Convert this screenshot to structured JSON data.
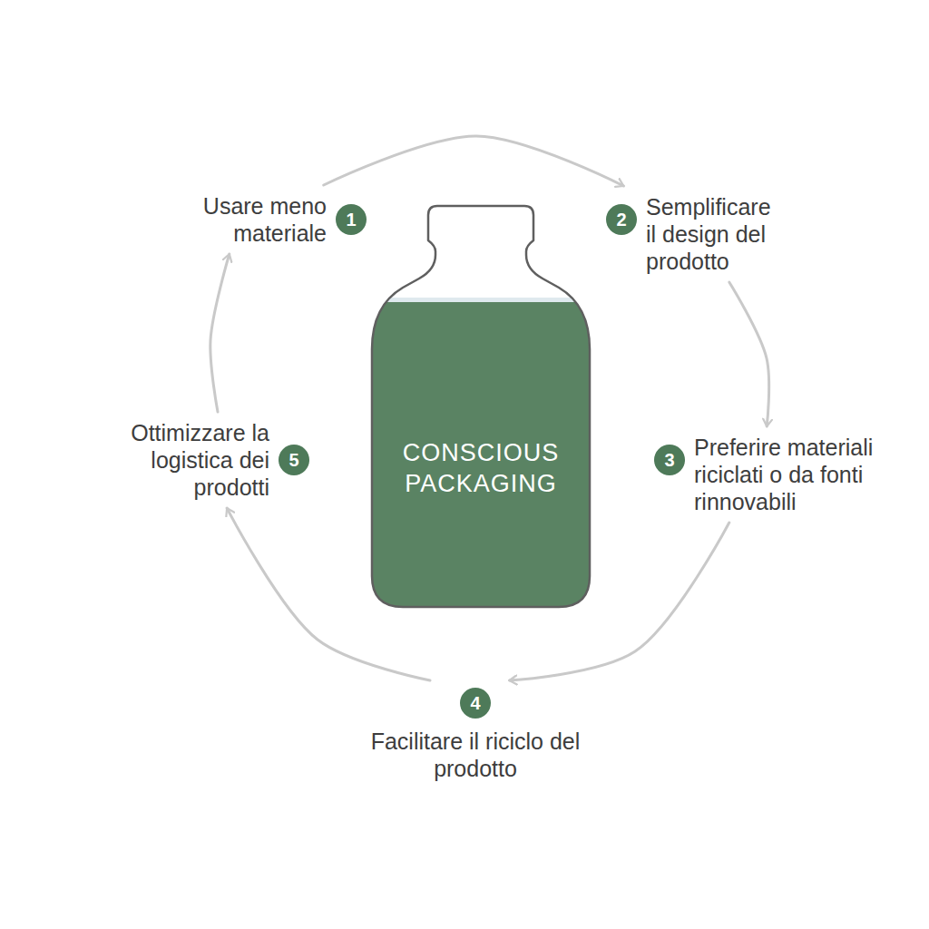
{
  "diagram": {
    "nodes": [
      {
        "text": [
          "1",
          "Usare meno materiale"
        ]
      },
      {
        "text": [
          "2",
          "Semplificare il design del prodotto"
        ]
      },
      {
        "text": [
          "3",
          "Preferire materiali riciclati o da fonti rinnovabili"
        ]
      },
      {
        "text": [
          "4",
          "Facilitare il riciclo del prodotto"
        ]
      },
      {
        "text": [
          "5",
          "Ottimizzare la logistica dei prodotti"
        ]
      },
      {
        "text": [
          "CONSCIOUS PACKAGING"
        ]
      }
    ],
    "edges": [
      {
        "from": 0,
        "to": 1,
        "arrow": "to"
      },
      {
        "from": 1,
        "to": 2,
        "arrow": "to"
      },
      {
        "from": 2,
        "to": 3,
        "arrow": "to"
      },
      {
        "from": 3,
        "to": 4,
        "arrow": "to"
      },
      {
        "from": 4,
        "to": 0,
        "arrow": "to"
      }
    ]
  }
}
